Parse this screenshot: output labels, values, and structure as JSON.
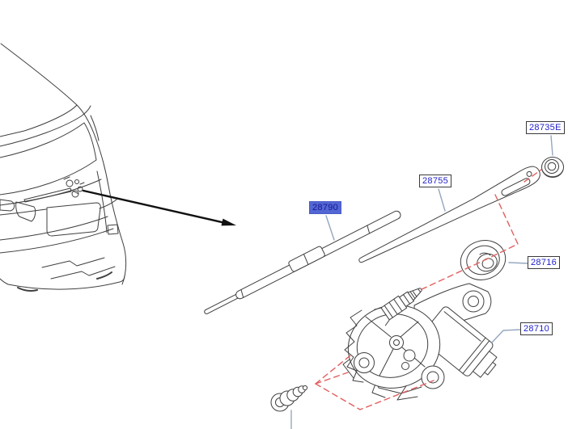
{
  "diagram": {
    "parts": [
      {
        "number": "28790",
        "selected": true
      },
      {
        "number": "28755",
        "selected": false
      },
      {
        "number": "28735E",
        "selected": false
      },
      {
        "number": "28716",
        "selected": false
      },
      {
        "number": "28710",
        "selected": false
      }
    ],
    "colors": {
      "line_art": "#3f3f3f",
      "label_text": "#2222cc",
      "label_border": "#3a3a3a",
      "selected_label_bg": "#5266d4",
      "selected_label_text": "#181894",
      "red_dashed_line": "#e25f5f",
      "connector_line": "#93a7c0",
      "arrow": "#111111",
      "background": "#ffffff"
    }
  }
}
